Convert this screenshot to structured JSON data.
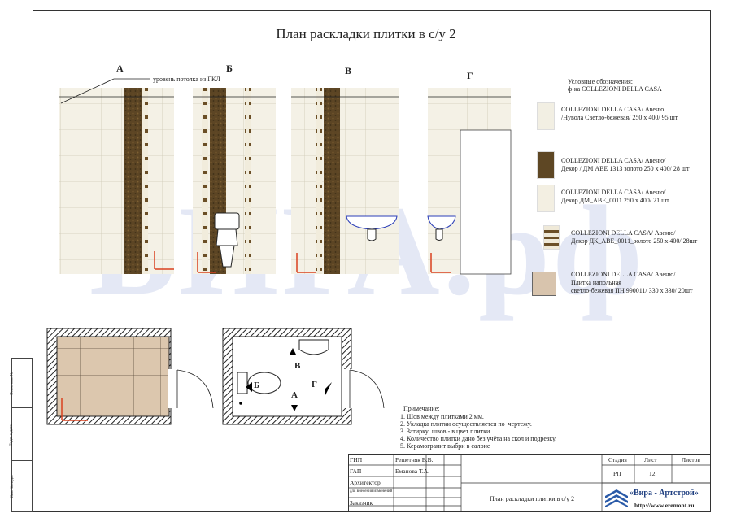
{
  "title": "План раскладки плитки в с/у 2",
  "wall_labels": [
    "А",
    "Б",
    "В",
    "Г"
  ],
  "ceiling_note": "уровень потолка из ГКЛ",
  "legend": {
    "heading_1": "Условные обозначения:",
    "heading_2": "ф-ка COLLEZIONI DELLA CASA",
    "items": [
      {
        "line1": "COLLEZIONI DELLA CASA/  Авеню",
        "line2": "/Нувола Светло-бежевая/ 250 х 400/ 95 шт",
        "line3": "",
        "color": "#f2efe3"
      },
      {
        "line1": "COLLEZIONI DELLA CASA/  Авеню/",
        "line2": "Декор / ДМ ABE 1313 золото 250 х 400/ 28 шт",
        "line3": "",
        "color": "#5e4724"
      },
      {
        "line1": "COLLEZIONI DELLA CASA/  Авеню/",
        "line2": "Декор ДМ_ABE_0011 250 х 400/  21 шт",
        "line3": "",
        "color": "#f3efe2"
      },
      {
        "line1": "COLLEZIONI DELLA CASA/  Авеню/",
        "line2": "Декор ДК_ABE_0011_золото 250 х 400/ 28шт",
        "line3": "",
        "color": "#efe9d8"
      },
      {
        "line1": "COLLEZIONI DELLA CASA/  Авеню/",
        "line2": "Плитка напольная",
        "line3": "светло-бежевая ПН 990011/ 330 х 330/ 20шт",
        "color": "#d8c4ad"
      }
    ]
  },
  "plan_labels": {
    "b": "Б",
    "v": "В",
    "g": "Г",
    "a": "А"
  },
  "notes": {
    "heading": "Примечание:",
    "lines": [
      "1. Шов между плитками 2 мм.",
      "2. Укладка плитки осуществляется по  чертежу.",
      "3. Затирку  швов - в цвет плитки.",
      "4. Количество плитки дано без учёта на скол и подрезку.",
      "5. Керамогранит выбри в салоне"
    ]
  },
  "title_block": {
    "gip_label": "ГИП",
    "gip_name": "Решетняк В.В.",
    "gap_label": "ГАП",
    "gap_name": "Еманова Т.А.",
    "architect_label": "Архитектор",
    "changes_label": "для внесения изменений",
    "customer_label": "Заказчик",
    "stage_label": "Стадия",
    "sheet_label": "Лист",
    "sheets_label": "Листов",
    "stage_value": "РП",
    "sheet_value": "12",
    "sheets_value": "",
    "drawing_title": "План раскладки плитки в с/у 2",
    "company": "«Вира - Артстрой»",
    "website": "http://www.eremont.ru"
  },
  "side_stamp": [
    "Взам. инв. №",
    "Подп. и дата",
    "Инв. № подл."
  ],
  "watermark": "ВИРА.рф"
}
